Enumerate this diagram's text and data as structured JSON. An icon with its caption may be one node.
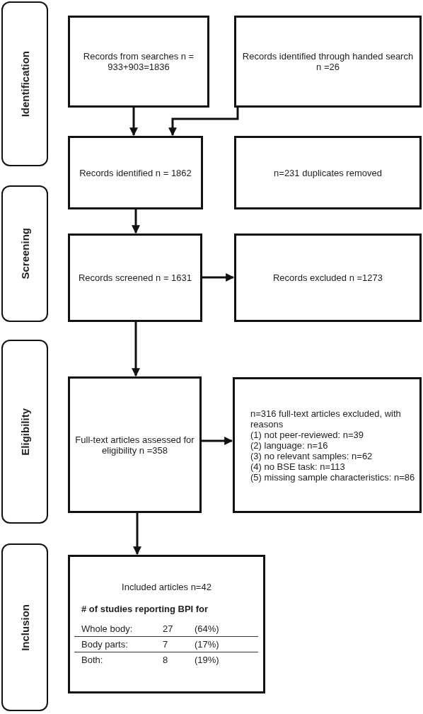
{
  "diagram": {
    "nodes": [
      {
        "text": [
          "Identification"
        ]
      },
      {
        "text": [
          "Records from searches n = 933+903=1836"
        ]
      },
      {
        "text": [
          "Records identified through handed search n =26"
        ]
      },
      {
        "text": [
          "Records identified n = 1862"
        ]
      },
      {
        "text": [
          "n=231 duplicates removed"
        ]
      },
      {
        "text": [
          "Screening"
        ]
      },
      {
        "text": [
          "Records screened n = 1631"
        ]
      },
      {
        "text": [
          "Records excluded n =1273"
        ]
      },
      {
        "text": [
          "Eligibility"
        ]
      },
      {
        "text": [
          "Full-text articles assessed for eligibility n =358"
        ]
      },
      {
        "text": [
          "n=316 full-text articles excluded, with reasons",
          "(1) not peer-reviewed: n=39",
          "(2) language: n=16",
          "(3) no relevant samples: n=62",
          "(4) no BSE task: n=113",
          "(5) missing sample characteristics: n=86"
        ]
      },
      {
        "text": [
          "Inclusion"
        ]
      },
      {
        "text": [
          "Included articles n=42",
          "# of studies reporting BPI for",
          "Whole body:",
          "27",
          "(64%)",
          "Body parts:",
          "7",
          "(17%)",
          "Both:",
          "8",
          "(19%)"
        ]
      }
    ],
    "edges": [
      {
        "from": 1,
        "to": 3,
        "arrow": "to"
      },
      {
        "from": 2,
        "to": 3,
        "arrow": "to"
      },
      {
        "from": 3,
        "to": 6,
        "arrow": "to"
      },
      {
        "from": 6,
        "to": 7,
        "arrow": "to"
      },
      {
        "from": 6,
        "to": 9,
        "arrow": "to"
      },
      {
        "from": 9,
        "to": 10,
        "arrow": "to"
      },
      {
        "from": 9,
        "to": 12,
        "arrow": "to"
      }
    ]
  }
}
